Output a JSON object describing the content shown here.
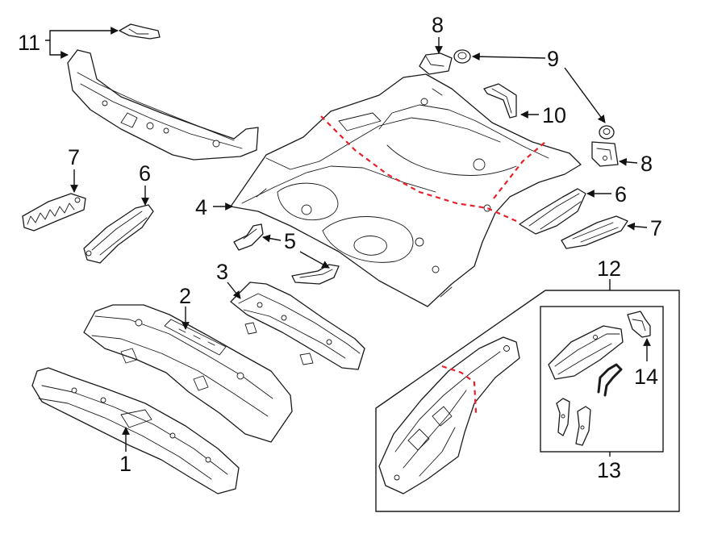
{
  "diagram": {
    "callouts": [
      {
        "id": "c1",
        "label": "1"
      },
      {
        "id": "c2",
        "label": "2"
      },
      {
        "id": "c3",
        "label": "3"
      },
      {
        "id": "c4",
        "label": "4"
      },
      {
        "id": "c5",
        "label": "5"
      },
      {
        "id": "c6a",
        "label": "6"
      },
      {
        "id": "c6b",
        "label": "6"
      },
      {
        "id": "c7a",
        "label": "7"
      },
      {
        "id": "c7b",
        "label": "7"
      },
      {
        "id": "c8a",
        "label": "8"
      },
      {
        "id": "c8b",
        "label": "8"
      },
      {
        "id": "c9",
        "label": "9"
      },
      {
        "id": "c10",
        "label": "10"
      },
      {
        "id": "c11",
        "label": "11"
      },
      {
        "id": "c12",
        "label": "12"
      },
      {
        "id": "c13",
        "label": "13"
      },
      {
        "id": "c14",
        "label": "14"
      }
    ],
    "colors": {
      "line": "#1a1a1a",
      "cut_line": "#e8202a",
      "background": "#ffffff"
    }
  }
}
